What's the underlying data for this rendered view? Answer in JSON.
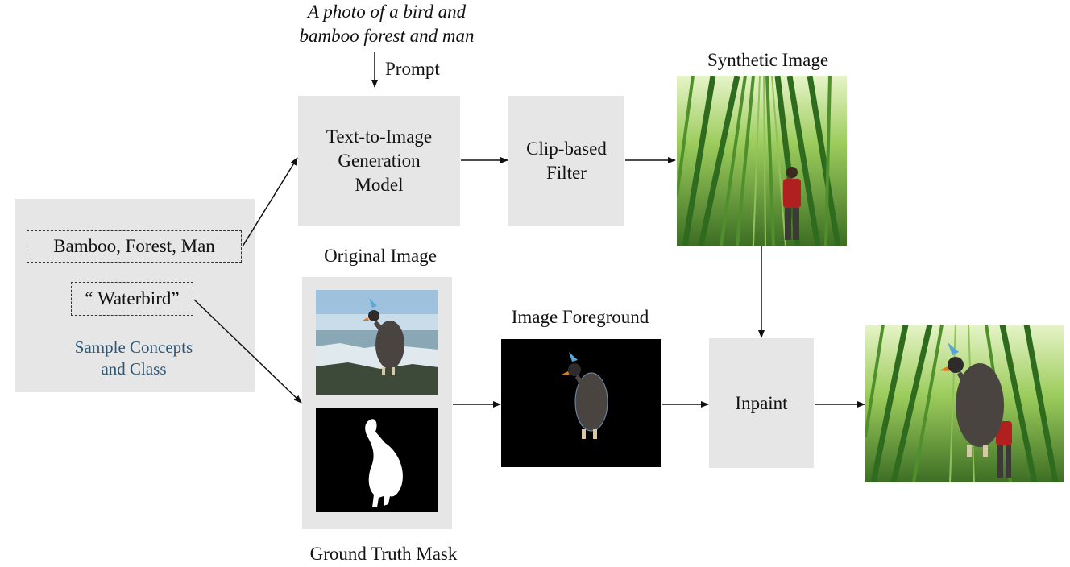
{
  "prompt": {
    "text_line1": "A photo of a bird and",
    "text_line2": "bamboo forest and man",
    "label": "Prompt"
  },
  "concepts": {
    "tags": "Bamboo, Forest, Man",
    "class_label": "“ Waterbird”",
    "caption": "Sample Concepts\nand Class",
    "caption_color": "#2e5673"
  },
  "boxes": {
    "t2i": "Text-to-Image\nGeneration\nModel",
    "clip": "Clip-based\nFilter",
    "inpaint": "Inpaint"
  },
  "labels": {
    "synthetic": "Synthetic Image",
    "original": "Original Image",
    "foreground": "Image Foreground",
    "mask": "Ground Truth Mask"
  },
  "images": {
    "synthetic": "bamboo-forest-with-man",
    "original": "waterbird-on-rocks",
    "mask": "white-bird-mask",
    "foreground": "bird-on-black",
    "result": "bird-in-bamboo-forest"
  },
  "colors": {
    "box_fill": "#e6e6e6",
    "arrow": "#111111",
    "caption_blue": "#2e5673"
  }
}
